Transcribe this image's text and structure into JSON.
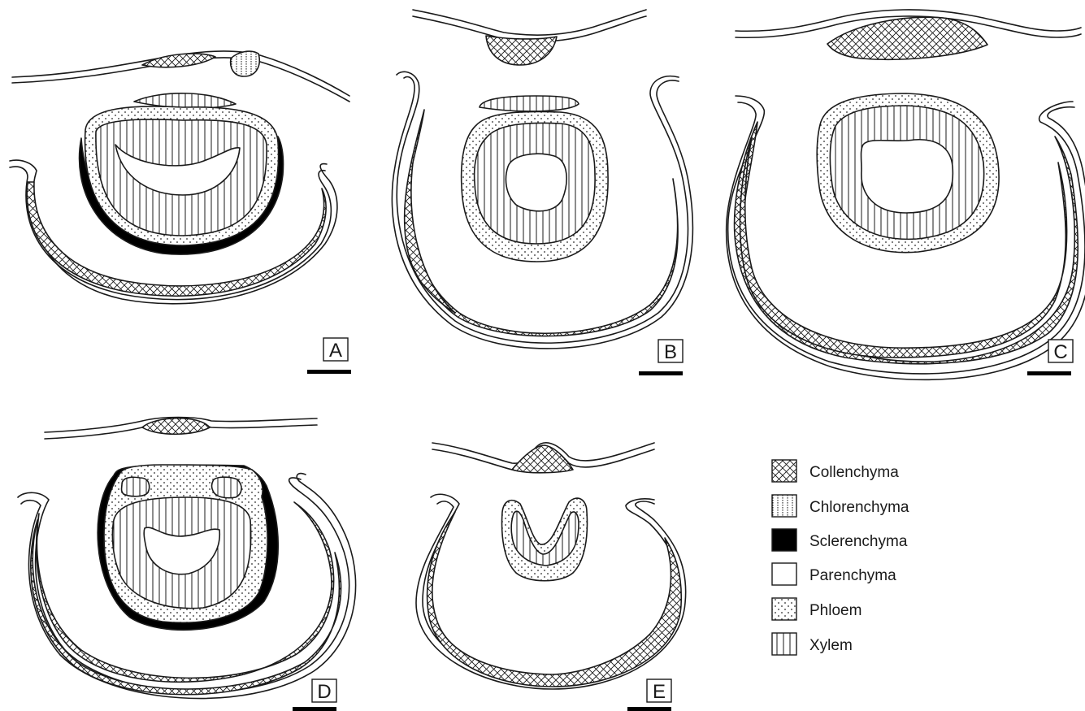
{
  "figure": {
    "panels": [
      {
        "id": "A",
        "label": "A"
      },
      {
        "id": "B",
        "label": "B"
      },
      {
        "id": "C",
        "label": "C"
      },
      {
        "id": "D",
        "label": "D"
      },
      {
        "id": "E",
        "label": "E"
      }
    ]
  },
  "legend": {
    "items": [
      {
        "label": "Collenchyma",
        "fill": "collenchyma"
      },
      {
        "label": "Chlorenchyma",
        "fill": "chlorenchyma"
      },
      {
        "label": "Sclerenchyma",
        "fill": "sclerenchyma"
      },
      {
        "label": "Parenchyma",
        "fill": "parenchyma"
      },
      {
        "label": "Phloem",
        "fill": "phloem"
      },
      {
        "label": "Xylem",
        "fill": "xylem"
      }
    ]
  },
  "colors": {
    "line": "#1a1a1a",
    "sclerenchyma": "#000000",
    "background": "#ffffff"
  }
}
